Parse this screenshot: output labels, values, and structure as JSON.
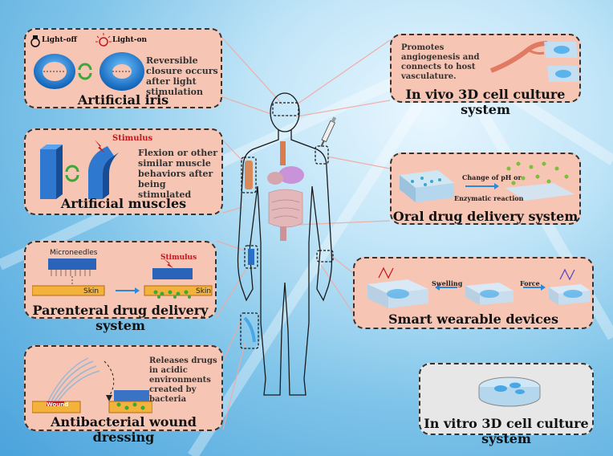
{
  "iris": {
    "title": "Artificial iris",
    "light_off": "Light-off",
    "light_on": "Light-on",
    "text": "Reversible closure occurs after light stimulation"
  },
  "muscles": {
    "title": "Artificial muscles",
    "stimulus": "Stimulus",
    "text": "Flexion or other similar muscle behaviors after being stimulated"
  },
  "parenteral": {
    "title": "Parenteral drug delivery system",
    "microneedles": "Microneedles",
    "stimulus": "Stimulus",
    "skin_left": "Skin",
    "skin_right": "Skin"
  },
  "wound": {
    "title": "Antibacterial wound dressing",
    "wound_label": "Wound",
    "text": "Releases drugs in acidic environments created by bacteria"
  },
  "invivo": {
    "title": "In vivo 3D cell culture system",
    "text": "Promotes angiogenesis and connects to host vasculature."
  },
  "oral": {
    "title": "Oral drug delivery system",
    "change_label": "Change of pH or",
    "enzyme_label": "Enzymatic reaction"
  },
  "wearable": {
    "title": "Smart wearable devices",
    "swelling": "Swelling",
    "force": "Force"
  },
  "invitro": {
    "title": "In vitro 3D cell culture system"
  },
  "colors": {
    "panel_fill": "#f6c5b4",
    "grey_panel_fill": "#e7e7e7",
    "ring_blue": "#1f7fd6",
    "stimulus_red": "#c4161c",
    "arrow_blue": "#2a8ad8",
    "cycle_green": "#3ca83a"
  }
}
